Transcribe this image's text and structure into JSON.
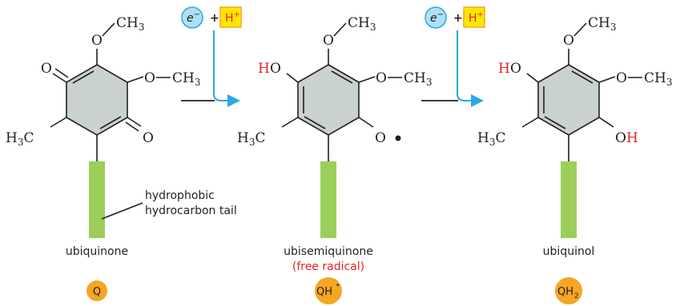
{
  "colors": {
    "ring_fill": "#c9d2cc",
    "tail_fill": "#9ccf5a",
    "badge_fill": "#f5a623",
    "electron_fill": "#aee0f5",
    "electron_stroke": "#29a8e0",
    "proton_fill": "#ffe800",
    "proton_stroke": "#f5a623",
    "highlight_red": "#e8202a",
    "arrow_blue": "#29a8e0"
  },
  "reagents": {
    "electron_label": "e",
    "electron_charge": "−",
    "plus": "+",
    "proton_label": "H",
    "proton_charge": "+"
  },
  "labels": {
    "oxygen": "O",
    "methyl": "CH",
    "methyl_sub": "3",
    "methyl_left": "H",
    "methyl_left_sub": "3",
    "methyl_left_c": "C",
    "hydrogen": "H",
    "tail_annotation_line1": "hydrophobic",
    "tail_annotation_line2": "hydrocarbon tail"
  },
  "molecules": [
    {
      "name": "ubiquinone",
      "subtitle": "",
      "badge": "Q",
      "badge_sup": "",
      "badge_sub": ""
    },
    {
      "name": "ubisemiquinone",
      "subtitle": "(free radical)",
      "badge": "QH",
      "badge_sup": "•",
      "badge_sub": ""
    },
    {
      "name": "ubiquinol",
      "subtitle": "",
      "badge": "QH",
      "badge_sup": "",
      "badge_sub": "2"
    }
  ]
}
